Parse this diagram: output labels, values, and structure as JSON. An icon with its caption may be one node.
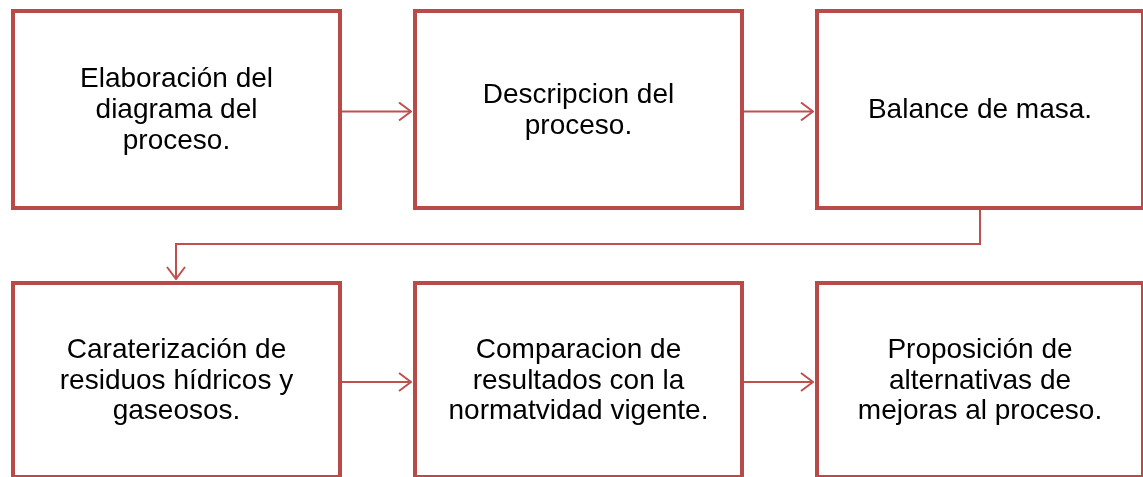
{
  "diagram": {
    "nodes": [
      {
        "text": [
          "Elaboración del diagrama del proceso."
        ]
      },
      {
        "text": [
          "Descripcion del proceso."
        ]
      },
      {
        "text": [
          "Balance de masa."
        ]
      },
      {
        "text": [
          "Caraterización de residuos hídricos y gaseosos."
        ]
      },
      {
        "text": [
          "Comparacion de resultados con la normatvidad vigente."
        ]
      },
      {
        "text": [
          "Proposición de alternativas de mejoras al proceso."
        ]
      }
    ],
    "edges": [
      {
        "from": 0,
        "to": 1,
        "arrow": "to"
      },
      {
        "from": 1,
        "to": 2,
        "arrow": "to"
      },
      {
        "from": 2,
        "to": 3,
        "arrow": "to"
      },
      {
        "from": 3,
        "to": 4,
        "arrow": "to"
      },
      {
        "from": 4,
        "to": 5,
        "arrow": "to"
      }
    ]
  }
}
